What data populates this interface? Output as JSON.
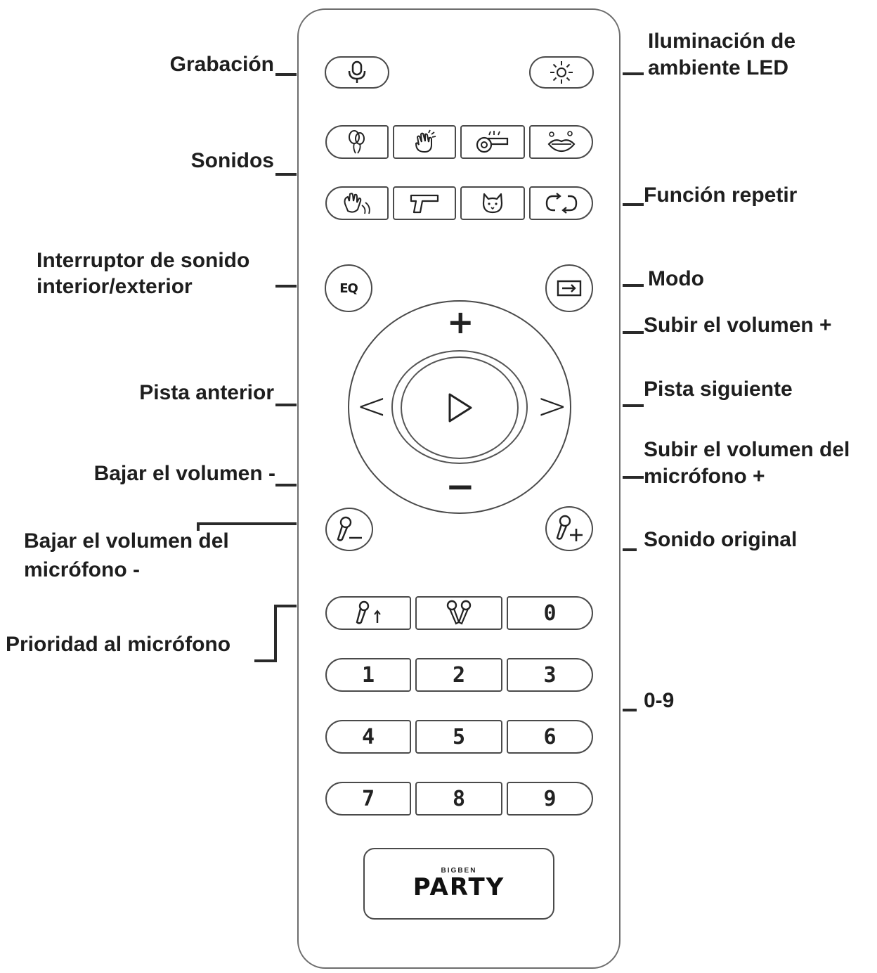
{
  "labels": {
    "grabacion": "Grabación",
    "iluminacion_1": "Iluminación de",
    "iluminacion_2": "ambiente LED",
    "sonidos": "Sonidos",
    "funcion_repetir": "Función repetir",
    "interruptor_1": "Interruptor de sonido",
    "interruptor_2": "interior/exterior",
    "modo": "Modo",
    "subir_volumen": "Subir el volumen +",
    "pista_anterior": "Pista anterior",
    "pista_siguiente": "Pista siguiente",
    "subir_mic_1": "Subir el volumen del",
    "subir_mic_2": "micrófono +",
    "bajar_volumen": "Bajar el volumen -",
    "bajar_mic_1": "Bajar el volumen del",
    "bajar_mic_2": "micrófono -",
    "sonido_original": "Sonido original",
    "prioridad_mic": "Prioridad al micrófono",
    "cero_nueve": "0-9"
  },
  "remote": {
    "eq_label": "EQ",
    "plus_symbol": "+",
    "minus_symbol": "−",
    "prev_symbol": "<",
    "next_symbol": ">",
    "digits": [
      "0",
      "1",
      "2",
      "3",
      "4",
      "5",
      "6",
      "7",
      "8",
      "9"
    ],
    "logo_small": "BIGBEN",
    "logo_big": "PARTY"
  },
  "icons": {
    "record": "microphone-icon",
    "led": "sun-icon",
    "sound_1": "balloons-icon",
    "sound_2": "clapping-hands-icon",
    "sound_3": "whistle-icon",
    "sound_4": "kiss-lips-icon",
    "sound_5": "waving-hand-icon",
    "sound_6": "gun-icon",
    "sound_7": "cat-icon",
    "repeat": "repeat-icon",
    "mode": "input-icon",
    "play": "play-icon",
    "mic_down": "mic-minus-icon",
    "mic_up": "mic-plus-icon",
    "mic_priority": "mic-priority-icon",
    "original": "dual-mic-icon"
  },
  "colors": {
    "line": "#2a2a2a",
    "outline": "#4a4a4a"
  }
}
